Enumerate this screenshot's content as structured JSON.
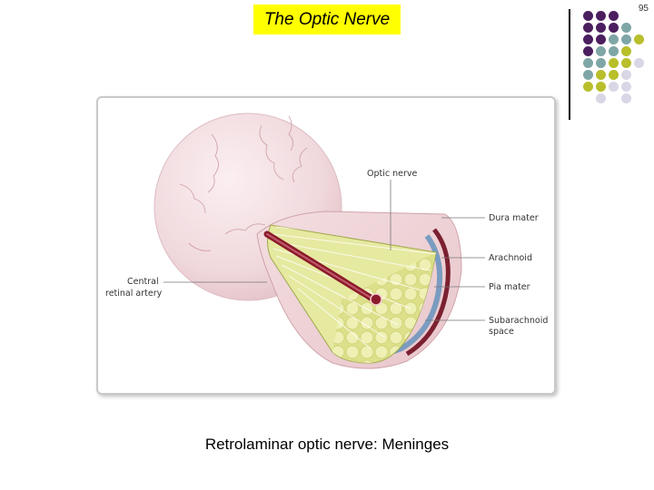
{
  "slide": {
    "title": "The Optic Nerve",
    "page_number": "95",
    "caption": "Retrolaminar optic nerve: Meninges"
  },
  "diagram": {
    "labels": {
      "optic_nerve": "Optic nerve",
      "dura_mater": "Dura mater",
      "arachnoid": "Arachnoid",
      "pia_mater": "Pia mater",
      "subarachnoid_1": "Subarachnoid",
      "subarachnoid_2": "space",
      "central_1": "Central",
      "central_2": "retinal artery"
    }
  },
  "colors": {
    "title_bg": "#ffff00",
    "purple": "#4b1f5f",
    "teal": "#7fa6a6",
    "olive": "#b8bf2a",
    "lavender": "#d9d6e6"
  }
}
